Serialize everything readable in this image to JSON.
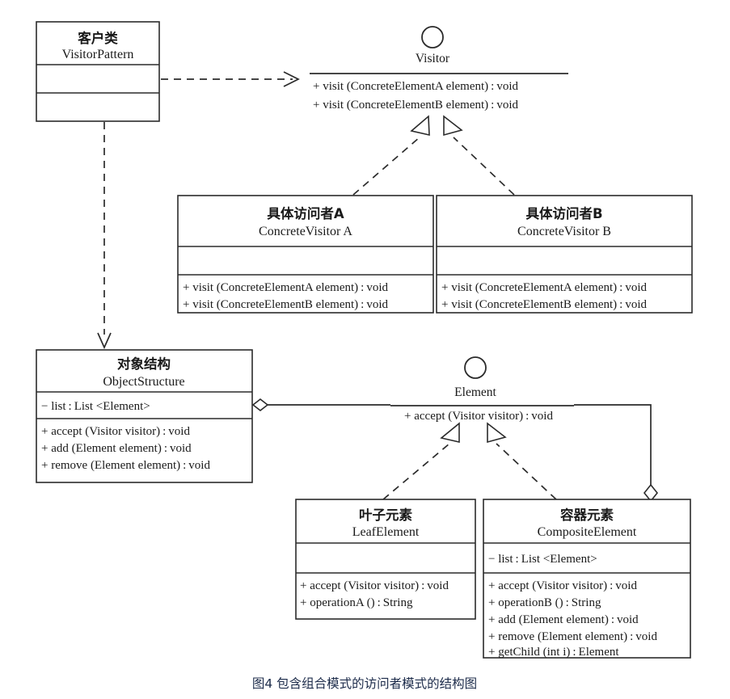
{
  "diagram": {
    "caption": "图4 包含组合模式的访问者模式的结构图",
    "title_cn": "包含组合模式的访问者模式的结构图",
    "figure_number": "图4",
    "type": "uml-class-diagram",
    "colors": {
      "stroke": "#2b2b2b",
      "background": "#ffffff",
      "caption": "#1c2b4a"
    }
  },
  "classes": {
    "client": {
      "title_cn": "客户类",
      "title_en": "VisitorPattern",
      "attributes": [],
      "methods": []
    },
    "concrete_visitor_a": {
      "title_cn": "具体访问者A",
      "title_en": "ConcreteVisitor A",
      "attributes": [],
      "methods": [
        "+ visit (ConcreteElementA element) : void",
        "+ visit (ConcreteElementB element) : void"
      ]
    },
    "concrete_visitor_b": {
      "title_cn": "具体访问者B",
      "title_en": "ConcreteVisitor B",
      "attributes": [],
      "methods": [
        "+ visit (ConcreteElementA element) : void",
        "+ visit (ConcreteElementB element) : void"
      ]
    },
    "object_structure": {
      "title_cn": "对象结构",
      "title_en": "ObjectStructure",
      "attributes": [
        "− list : List <Element>"
      ],
      "methods": [
        "+ accept (Visitor visitor) : void",
        "+ add (Element element) : void",
        "+ remove (Element element) : void"
      ]
    },
    "leaf_element": {
      "title_cn": "叶子元素",
      "title_en": "LeafElement",
      "attributes": [],
      "methods": [
        "+ accept (Visitor visitor) : void",
        "+ operationA () : String"
      ]
    },
    "composite_element": {
      "title_cn": "容器元素",
      "title_en": "CompositeElement",
      "attributes": [
        "− list : List <Element>"
      ],
      "methods": [
        "+ accept (Visitor visitor) : void",
        "+ operationB () : String",
        "+ add (Element element) : void",
        "+ remove (Element element) : void",
        "+ getChild (int i) : Element"
      ]
    }
  },
  "interfaces": {
    "visitor": {
      "name": "Visitor",
      "methods": [
        "+ visit (ConcreteElementA element) : void",
        "+ visit (ConcreteElementB element) : void"
      ]
    },
    "element": {
      "name": "Element",
      "methods": [
        "+ accept (Visitor visitor) : void"
      ]
    }
  },
  "relations": [
    {
      "id": "client-to-visitor",
      "kind": "dependency",
      "from": "client",
      "to": "visitor"
    },
    {
      "id": "client-to-object-structure",
      "kind": "dependency",
      "from": "client",
      "to": "object_structure"
    },
    {
      "id": "cva-to-visitor",
      "kind": "realization",
      "from": "concrete_visitor_a",
      "to": "visitor"
    },
    {
      "id": "cvb-to-visitor",
      "kind": "realization",
      "from": "concrete_visitor_b",
      "to": "visitor"
    },
    {
      "id": "object-structure-aggregates-element",
      "kind": "aggregation",
      "from": "object_structure",
      "to": "element"
    },
    {
      "id": "leaf-to-element",
      "kind": "realization",
      "from": "leaf_element",
      "to": "element"
    },
    {
      "id": "composite-to-element",
      "kind": "realization",
      "from": "composite_element",
      "to": "element"
    },
    {
      "id": "composite-aggregates-element",
      "kind": "aggregation",
      "from": "composite_element",
      "to": "element"
    }
  ]
}
